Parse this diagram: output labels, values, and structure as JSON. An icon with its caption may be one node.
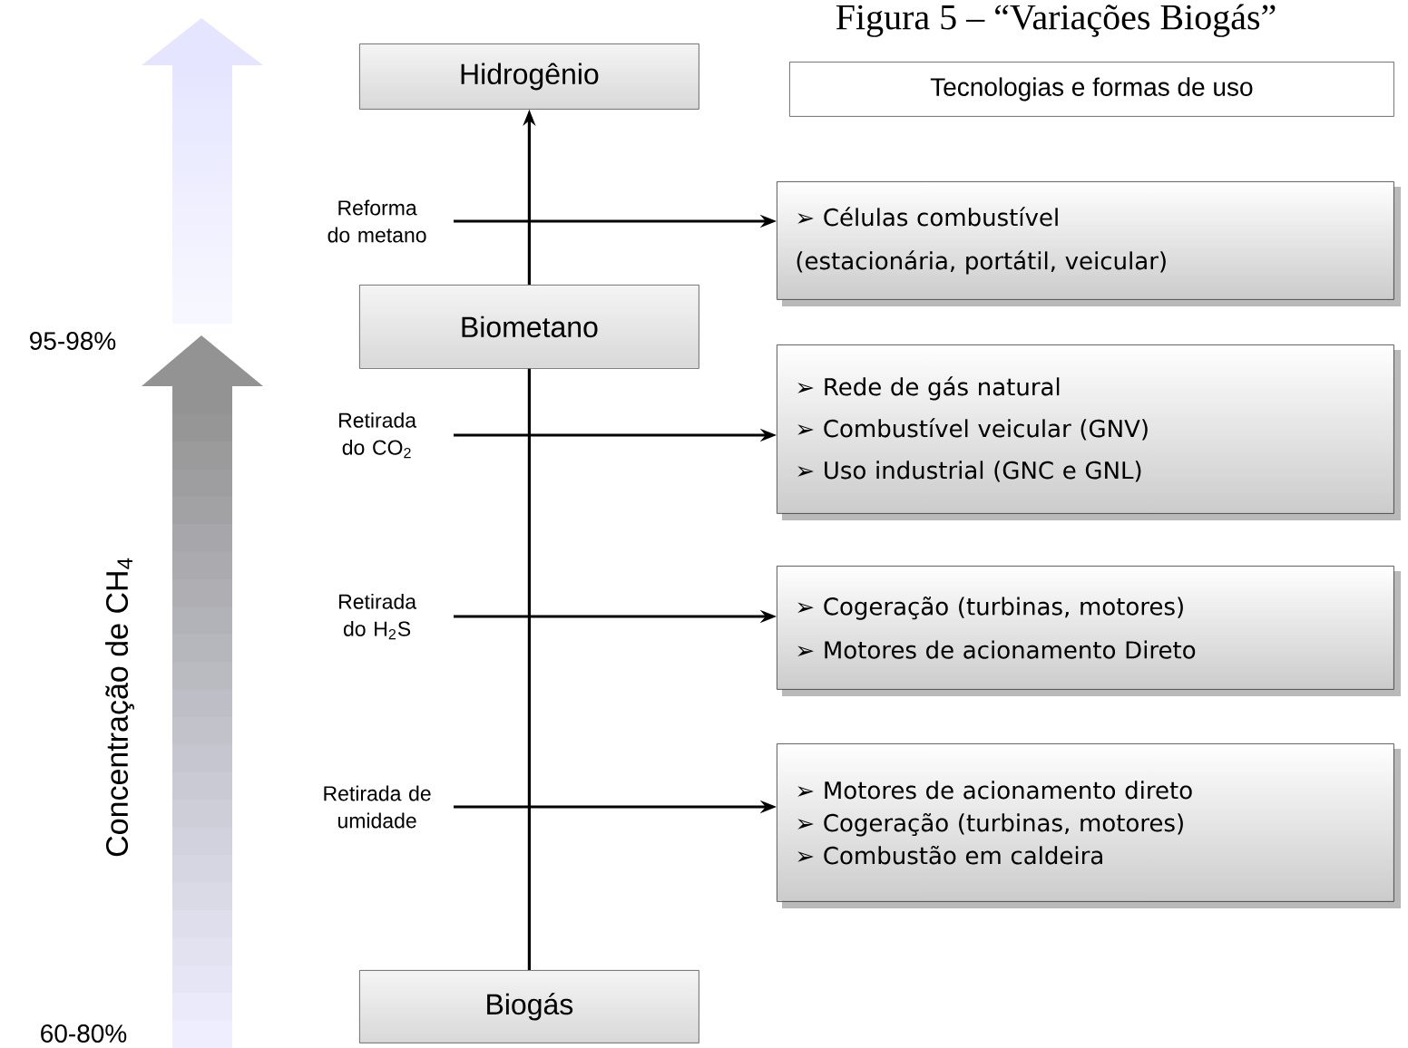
{
  "diagram": {
    "title": "Figura 5 – “Variações Biogás”",
    "nodes": [
      {
        "text": [
          "Hidrogênio"
        ]
      },
      {
        "text": [
          "Tecnologias e formas de uso"
        ]
      },
      {
        "text": [
          "Biometano"
        ]
      },
      {
        "text": [
          "Biogás"
        ]
      },
      {
        "text": [
          "➢ Células combustível",
          "(estacionária, portátil, veicular)"
        ]
      },
      {
        "text": [
          "➢ Rede de gás natural",
          "➢ Combustível veicular (GNV)",
          "➢ Uso industrial (GNC e GNL)"
        ]
      },
      {
        "text": [
          "➢ Cogeração (turbinas, motores)",
          "➢ Motores de acionamento Direto"
        ]
      },
      {
        "text": [
          "➢ Motores de acionamento direto",
          "➢ Cogeração (turbinas, motores)",
          "➢ Combustão em caldeira"
        ]
      }
    ],
    "edges": [
      {
        "from": 3,
        "to": 2,
        "arrow": "none"
      },
      {
        "from": 2,
        "to": 0,
        "arrow": "to"
      },
      {
        "from": null,
        "to": 4,
        "arrow": "to",
        "label": "Reforma do metano"
      },
      {
        "from": null,
        "to": 5,
        "arrow": "to",
        "label": "Retirada do CO$_{2}$"
      },
      {
        "from": null,
        "to": 6,
        "arrow": "to",
        "label": "Retirada do H$_{2}$S"
      },
      {
        "from": null,
        "to": 7,
        "arrow": "to",
        "label": "Retirada de umidade"
      }
    ],
    "labels": [
      "95-98%",
      "Concentração de CH$_{4}$",
      "60-80%"
    ]
  }
}
